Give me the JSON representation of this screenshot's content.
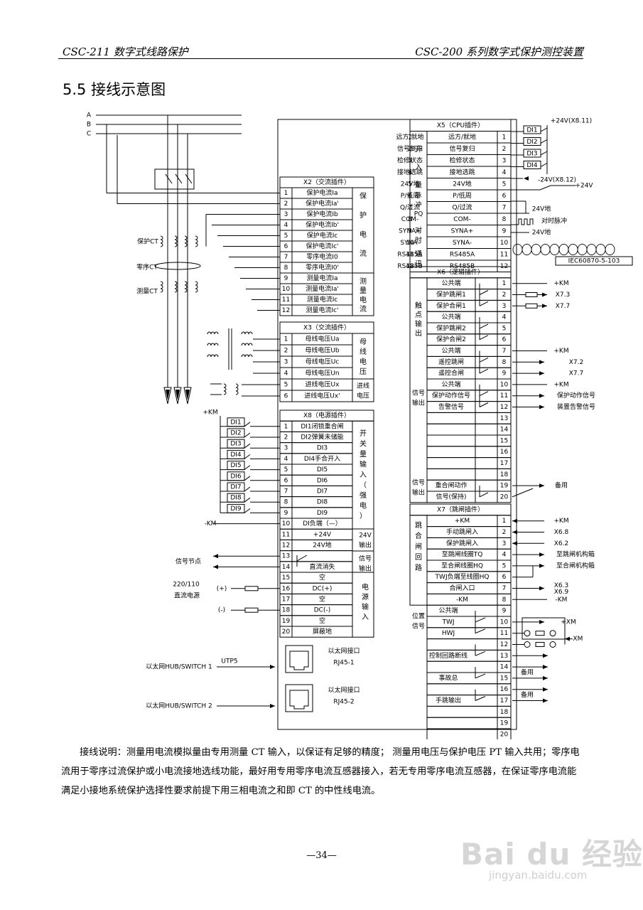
{
  "header": {
    "left": "CSC-211 数字式线路保护",
    "right": "CSC-200 系列数字式保护测控装置"
  },
  "section_title": "5.5  接线示意图",
  "phases": [
    "A",
    "B",
    "C"
  ],
  "ct_labels": [
    "保护CT",
    "零序CT",
    "测量CT"
  ],
  "x2": {
    "title": "X2（交流插件）",
    "rows": [
      "保护电流Ia",
      "保护电流Ia'",
      "保护电流Ib",
      "保护电流Ib'",
      "保护电流Ic",
      "保护电流Ic'",
      "零序电流I0",
      "零序电流I0'",
      "测量电流Ia",
      "测量电流Ia'",
      "测量电流Ic",
      "测量电流Ic'"
    ],
    "group1": [
      "保",
      "护",
      "电",
      "流"
    ],
    "group2": [
      "测",
      "量",
      "电",
      "流"
    ]
  },
  "x3": {
    "title": "X3（交流插件）",
    "rows": [
      "母线电压Ua",
      "母线电压Ub",
      "母线电压Uc",
      "母线电压Un",
      "进线电压Ux",
      "进线电压Ux'"
    ],
    "group1": [
      "母",
      "线",
      "电",
      "压"
    ],
    "group2": [
      "进线",
      "电压"
    ]
  },
  "x8": {
    "title": "X8（电源插件）",
    "rows": [
      "DI1闭锁重合闸",
      "DI2弹簧未储能",
      "DI3",
      "DI4手合开入",
      "DI5",
      "DI6",
      "DI7",
      "DI8",
      "DI9",
      "DI负端（—）",
      "+24V",
      "24V地",
      "",
      "直流消失",
      "空",
      "DC(+)",
      "空",
      "DC(-)",
      "空",
      "屏蔽地"
    ],
    "group_di": [
      "开",
      "关",
      "量",
      "输",
      "入",
      "（",
      "强",
      "电",
      "）"
    ],
    "group_24v": [
      "24V",
      "输出"
    ],
    "group_sig": [
      "信号",
      "输出"
    ],
    "group_pwr": [
      "电",
      "源",
      "输",
      "入"
    ],
    "di_switches": [
      "DI1",
      "DI2",
      "DI3",
      "DI4",
      "DI5",
      "DI6",
      "DI7",
      "DI8",
      "DI9"
    ],
    "plus_km": "+KM",
    "minus_km": "-KM",
    "signal_node": "信号节点",
    "dc_label1": "220/110",
    "dc_label2": "直流电源",
    "plus": "(+)",
    "minus": "(-)"
  },
  "ethernet": {
    "port1": {
      "name": "以太网接口",
      "id": "RJ45-1"
    },
    "port2": {
      "name": "以太网接口",
      "id": "RJ45-2"
    },
    "hub1": "以太网HUB/SWITCH 1",
    "hub2": "以太网HUB/SWITCH 2",
    "cable": "UTP5"
  },
  "x5": {
    "title": "X5（CPU插件）",
    "rows": [
      "远方/就地",
      "信号复归",
      "检修状态",
      "接地选跳",
      "24V地",
      "P/低周",
      "Q/过流",
      "COM-",
      "SYNA+",
      "SYNA-",
      "RS485A",
      "RS485B"
    ],
    "groups": [
      "开",
      "入",
      "量",
      "脉",
      "冲",
      "PQ",
      "对",
      "时",
      "通",
      "讯"
    ],
    "right": {
      "p24": "+24V(X8.11)",
      "m24": "-24V(X8.12)",
      "p24b": "+24V",
      "gnd1": "24V地",
      "pulse": "对时脉冲",
      "gnd2": "24V地",
      "iec": "IEC60870-5-103",
      "di": [
        "DI1",
        "DI2",
        "DI3",
        "DI4"
      ]
    }
  },
  "x6": {
    "title": "X6（逻辑插件）",
    "rows": [
      "公共端",
      "保护跳闸1",
      "保护合闸1",
      "公共端",
      "保护跳闸2",
      "保护合闸2",
      "公共端",
      "遥控跳闸",
      "遥控合闸",
      "公共端",
      "保护动作信号",
      "告警信号",
      "",
      "",
      "",
      "",
      "",
      "",
      "重合闸动作",
      "信号(保持)"
    ],
    "groups": [
      "触",
      "点",
      "输",
      "出",
      "信号",
      "输出",
      "信号",
      "输出"
    ],
    "right": [
      "+KM",
      "X7.3",
      "X7.7",
      "+KM",
      "X7.2",
      "X7.7",
      "+KM",
      "保护动作信号",
      "装置告警信号",
      "备用"
    ]
  },
  "x7": {
    "title": "X7（跳闸插件）",
    "rows": [
      "+KM",
      "手动跳闸入",
      "保护跳闸入",
      "至跳闸线圈TQ",
      "至合闸线圈HQ",
      "TWJ负端至线圈HQ",
      "合闸入口",
      "-KM",
      "公共端",
      "TWJ",
      "HWJ",
      "",
      "控制回路断线",
      "",
      "事故总",
      "",
      "手跳输出",
      "",
      "",
      ""
    ],
    "groups": [
      "跳",
      "合",
      "闸",
      "回",
      "路",
      "位置",
      "信号"
    ],
    "right": [
      "+KM",
      "X6.8",
      "X6.2",
      "至跳闸机构箱",
      "至合闸机构箱",
      "X6.3",
      "X6.9",
      "-KM",
      "+XM",
      "-XM",
      "备用",
      "备用"
    ]
  },
  "caption": "接线说明：测量用电流模拟量由专用测量 CT 输入，以保证有足够的精度；  测量用电压与保护电压 PT 输入共用；零序电流用于零序过流保护或小电流接地选线功能，最好用专用零序电流互感器接入，若无专用零序电流互感器，在保证零序电流能满足小接地系统保护选择性要求前提下用三相电流之和即 CT 的中性线电流。",
  "page_number": "—34—",
  "watermark": {
    "brand": "Bai du 经验",
    "url": "jingyan.baidu.com"
  }
}
